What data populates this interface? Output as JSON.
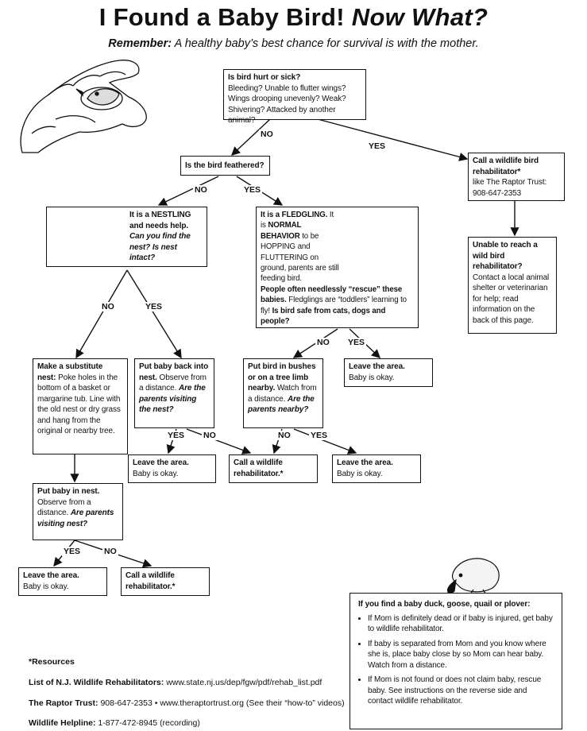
{
  "header": {
    "title_main": "I Found a Baby Bird!",
    "title_em": "Now What?",
    "subtitle_lead": "Remember:",
    "subtitle_rest": "A healthy baby’s best chance for survival is with the mother."
  },
  "nodes": {
    "hurt": {
      "heading": "Is bird hurt or sick?",
      "lines": [
        "Bleeding? Unable to flutter wings?",
        "Wings drooping unevenly? Weak?",
        "Shivering? Attacked by another animal?"
      ]
    },
    "feathered": {
      "heading": "Is the bird feathered?"
    },
    "call_rehab": {
      "heading": "Call a wildlife bird rehabilitator*",
      "lines": [
        "like The Raptor Trust:",
        "908-647-2353"
      ]
    },
    "unable": {
      "heading": "Unable to reach a wild bird rehabilitator?",
      "text": "Contact a local animal shelter or veterinarian for help; read information on the back of this page."
    },
    "nestling": {
      "heading": "It is a NESTLING and needs help.",
      "question": "Can you find the nest? Is nest intact?"
    },
    "fledgling": {
      "heading": "It is a FLEDGLING.",
      "text1": "It is",
      "text1b": "NORMAL BEHAVIOR",
      "text2": "to be HOPPING and FLUTTERING on ground, parents are still feeding bird.",
      "bold1": "People often needlessly “rescue” these babies.",
      "text3": "Fledglings are “toddlers” learning to fly!",
      "bold2": "Is bird safe from cats, dogs and people?"
    },
    "substitute": {
      "heading": "Make a substitute nest:",
      "text": "Poke holes in the bottom of a basket or margarine tub. Line with the old nest or dry grass and hang from the original or nearby tree."
    },
    "putback": {
      "heading": "Put baby back into nest.",
      "text": "Observe from a distance.",
      "question": "Are the parents visiting the nest?"
    },
    "bushes": {
      "heading": "Put bird in bushes or on a tree limb nearby.",
      "text": "Watch from a distance.",
      "question": "Are the parents nearby?"
    },
    "leave1": {
      "heading": "Leave the area.",
      "text": "Baby is okay."
    },
    "leave2": {
      "heading": "Leave the area.",
      "text": "Baby is okay."
    },
    "call2": {
      "heading": "Call a wildlife rehabilitator.*"
    },
    "leave3": {
      "heading": "Leave the area.",
      "text": "Baby is okay."
    },
    "putnest": {
      "heading": "Put baby in nest.",
      "text": "Observe from a distance.",
      "question": "Are parents visiting nest?"
    },
    "leave4": {
      "heading": "Leave the area.",
      "text": "Baby is okay."
    },
    "call3": {
      "heading": "Call a wildlife rehabilitator.*"
    }
  },
  "edge_labels": {
    "hurt_no": "NO",
    "hurt_yes": "YES",
    "feath_no": "NO",
    "feath_yes": "YES",
    "nest_no": "NO",
    "nest_yes": "YES",
    "fledge_no": "NO",
    "fledge_yes": "YES",
    "putback_yes": "YES",
    "putback_no": "NO",
    "bushes_no": "NO",
    "bushes_yes": "YES",
    "putnest_yes": "YES",
    "putnest_no": "NO"
  },
  "duck_box": {
    "heading": "If you find a baby duck, goose, quail or plover:",
    "bullets": [
      "If Mom is definitely dead or if baby is injured, get baby to wildlife rehabilitator.",
      "If baby is separated from Mom and you know where she is, place baby close by so Mom can hear baby. Watch from a distance.",
      "If Mom is not found or does not claim baby, rescue baby. See instructions on the reverse side and contact wildlife rehabilitator."
    ]
  },
  "resources": {
    "heading": "*Resources",
    "list_label": "List of N.J. Wildlife Rehabilitators:",
    "list_value": "www.state.nj.us/dep/fgw/pdf/rehab_list.pdf",
    "trust_label": "The Raptor Trust:",
    "trust_value": "908-647-2353 • www.theraptortrust.org (See their “how-to” videos)",
    "helpline_label": "Wildlife Helpline:",
    "helpline_value": "1-877-472-8945 (recording)"
  }
}
